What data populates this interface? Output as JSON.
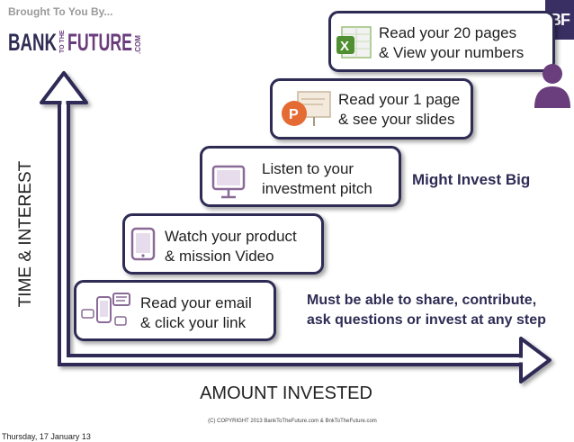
{
  "header": {
    "brought_by": "Brought To You By...",
    "logo_text_left": "BANK",
    "logo_text_mid": "TO THE",
    "logo_text_right": "FUTURE",
    "logo_text_com": ".COM",
    "corner_mark": "BF"
  },
  "axes": {
    "y_label": "TIME & INTEREST",
    "x_label": "AMOUNT INVESTED"
  },
  "steps": [
    {
      "icon": "mobile-email-icon",
      "line1": "Read your email",
      "line2": "& click your link"
    },
    {
      "icon": "tablet-video-icon",
      "line1": "Watch your product",
      "line2": "& mission Video"
    },
    {
      "icon": "monitor-presentation-icon",
      "line1": "Listen to your",
      "line2": "investment pitch"
    },
    {
      "icon": "powerpoint-slides-icon",
      "line1": "Read your 1 page",
      "line2": "& see your slides"
    },
    {
      "icon": "excel-spreadsheet-icon",
      "line1": "Read your 20 pages",
      "line2": "& View your numbers"
    }
  ],
  "notes": {
    "invest_big": "Might Invest Big",
    "share_line1": "Must be able to share, contribute,",
    "share_line2": "ask questions or invest at any step"
  },
  "footer": {
    "copyright": "(C) COPYRIGHT 2013 BankToTheFuture.com & BnkToTheFuture.com",
    "date": "Thursday, 17 January 13"
  },
  "colors": {
    "navy": "#2e2c54",
    "purple": "#6a3d7c",
    "icon_purple": "#8a6a97"
  }
}
